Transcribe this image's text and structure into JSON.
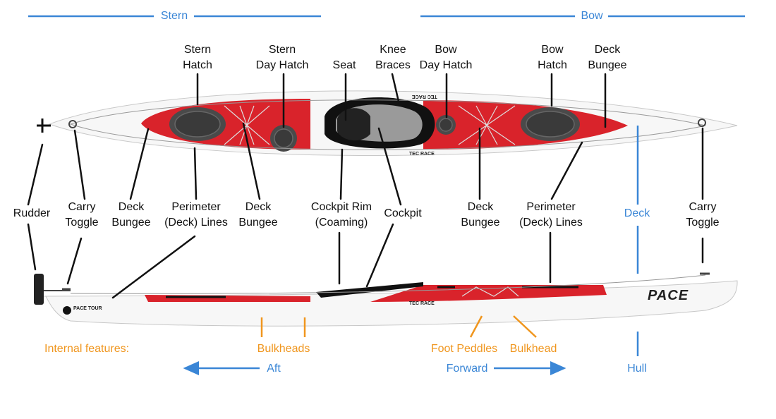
{
  "colors": {
    "blue": "#3a86d6",
    "orange": "#f0961e",
    "hull_red": "#d9232b",
    "hull_white": "#f7f7f7",
    "leader": "#111111",
    "hatch": "#4a4a4a"
  },
  "headers": {
    "stern": "Stern",
    "bow": "Bow"
  },
  "top_labels": {
    "stern_hatch": [
      "Stern",
      "Hatch"
    ],
    "stern_day_hatch": [
      "Stern",
      "Day Hatch"
    ],
    "seat": [
      "Seat"
    ],
    "knee_braces": [
      "Knee",
      "Braces"
    ],
    "bow_day_hatch": [
      "Bow",
      "Day Hatch"
    ],
    "bow_hatch": [
      "Bow",
      "Hatch"
    ],
    "deck_bungee_bow": [
      "Deck",
      "Bungee"
    ]
  },
  "mid_labels": {
    "rudder": [
      "Rudder"
    ],
    "carry_toggle_stern": [
      "Carry",
      "Toggle"
    ],
    "deck_bungee_1": [
      "Deck",
      "Bungee"
    ],
    "perimeter_lines_1": [
      "Perimeter",
      "(Deck) Lines"
    ],
    "deck_bungee_2": [
      "Deck",
      "Bungee"
    ],
    "cockpit_rim": [
      "Cockpit Rim",
      "(Coaming)"
    ],
    "cockpit": [
      "Cockpit"
    ],
    "deck_bungee_3": [
      "Deck",
      "Bungee"
    ],
    "perimeter_lines_2": [
      "Perimeter",
      "(Deck) Lines"
    ],
    "deck": [
      "Deck"
    ],
    "carry_toggle_bow": [
      "Carry",
      "Toggle"
    ]
  },
  "bottom_labels": {
    "internal_features": "Internal features:",
    "bulkheads": "Bulkheads",
    "foot_peddles": "Foot Peddles",
    "bulkhead": "Bulkhead",
    "aft": "Aft",
    "forward": "Forward",
    "hull": "Hull"
  },
  "brand": {
    "deck_logo": "TEC RACE",
    "side_logo": "PACE",
    "stern_logo": "PACE TOUR"
  }
}
